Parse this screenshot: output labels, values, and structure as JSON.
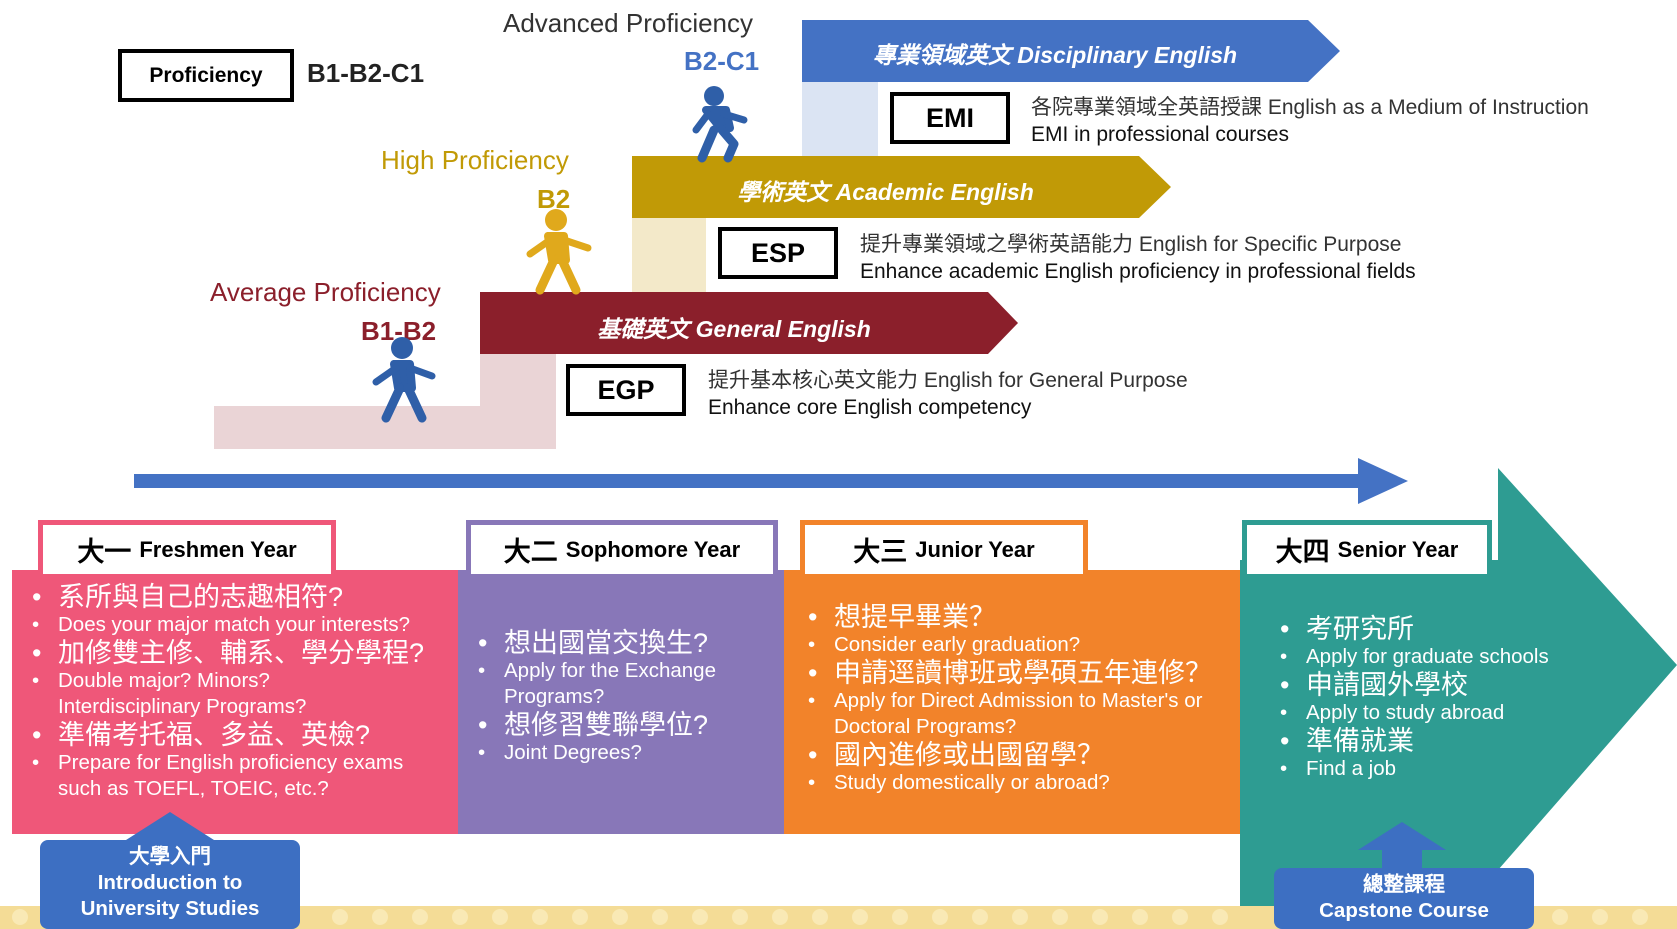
{
  "proficiency": {
    "box_label": "Proficiency",
    "range": "B1-B2-C1"
  },
  "levels": {
    "advanced": {
      "title": "Advanced Proficiency",
      "code": "B2-C1",
      "color": "#4472c4"
    },
    "high": {
      "title": "High Proficiency",
      "code": "B2",
      "color": "#c19a06"
    },
    "average": {
      "title": "Average Proficiency",
      "code": "B1-B2",
      "color": "#8b1f2b"
    }
  },
  "tracks": {
    "disciplinary": {
      "arrow_label": "專業領域英文 Disciplinary English",
      "code": "EMI",
      "desc_zh": "各院專業領域全英語授課 English as a Medium of Instruction",
      "desc_en": "EMI in professional courses",
      "color": "#4472c4"
    },
    "academic": {
      "arrow_label": "學術英文 Academic English",
      "code": "ESP",
      "desc_zh": "提升專業領域之學術英語能力 English for Specific Purpose",
      "desc_en": "Enhance academic English proficiency in professional fields",
      "color": "#c19a06"
    },
    "general": {
      "arrow_label": "基礎英文 General English",
      "code": "EGP",
      "desc_zh": "提升基本核心英文能力 English for General Purpose",
      "desc_en": "Enhance core English competency",
      "color": "#8b1f2b"
    }
  },
  "years": [
    {
      "zh": "大一",
      "en": "Freshmen Year",
      "color": "#ef5779",
      "items": [
        {
          "lang": "zh",
          "text": "系所與自己的志趣相符?"
        },
        {
          "lang": "en",
          "text": "Does your major match your interests?"
        },
        {
          "lang": "zh",
          "text": "加修雙主修、輔系、學分學程?"
        },
        {
          "lang": "en",
          "text": "Double major? Minors? Interdisciplinary Programs?"
        },
        {
          "lang": "zh",
          "text": "準備考托福、多益、英檢?"
        },
        {
          "lang": "en",
          "text": "Prepare for English proficiency exams such as TOEFL, TOEIC, etc.?"
        }
      ]
    },
    {
      "zh": "大二",
      "en": "Sophomore Year",
      "color": "#8877b8",
      "items": [
        {
          "lang": "zh",
          "text": "想出國當交換生?"
        },
        {
          "lang": "en",
          "text": "Apply for the Exchange Programs?"
        },
        {
          "lang": "zh",
          "text": "想修習雙聯學位?"
        },
        {
          "lang": "en",
          "text": "Joint Degrees?"
        }
      ]
    },
    {
      "zh": "大三",
      "en": "Junior Year",
      "color": "#f2832a",
      "items": [
        {
          "lang": "zh",
          "text": "想提早畢業？"
        },
        {
          "lang": "en",
          "text": "Consider early graduation?"
        },
        {
          "lang": "zh",
          "text": "申請逕讀博班或學碩五年連修？"
        },
        {
          "lang": "en",
          "text": "Apply for Direct Admission to Master's or Doctoral Programs?"
        },
        {
          "lang": "zh",
          "text": "國內進修或出國留學？"
        },
        {
          "lang": "en",
          "text": "Study domestically or abroad?"
        }
      ]
    },
    {
      "zh": "大四",
      "en": "Senior Year",
      "color": "#2e9c92",
      "items": [
        {
          "lang": "zh",
          "text": "考研究所"
        },
        {
          "lang": "en",
          "text": "Apply for graduate schools"
        },
        {
          "lang": "zh",
          "text": "申請國外學校"
        },
        {
          "lang": "en",
          "text": "Apply to study abroad"
        },
        {
          "lang": "zh",
          "text": "準備就業"
        },
        {
          "lang": "en",
          "text": "Find a job"
        }
      ]
    }
  ],
  "courses": {
    "intro": {
      "zh": "大學入門",
      "en": "Introduction to University Studies"
    },
    "capstone": {
      "zh": "總整課程",
      "en": "Capstone Course"
    }
  }
}
